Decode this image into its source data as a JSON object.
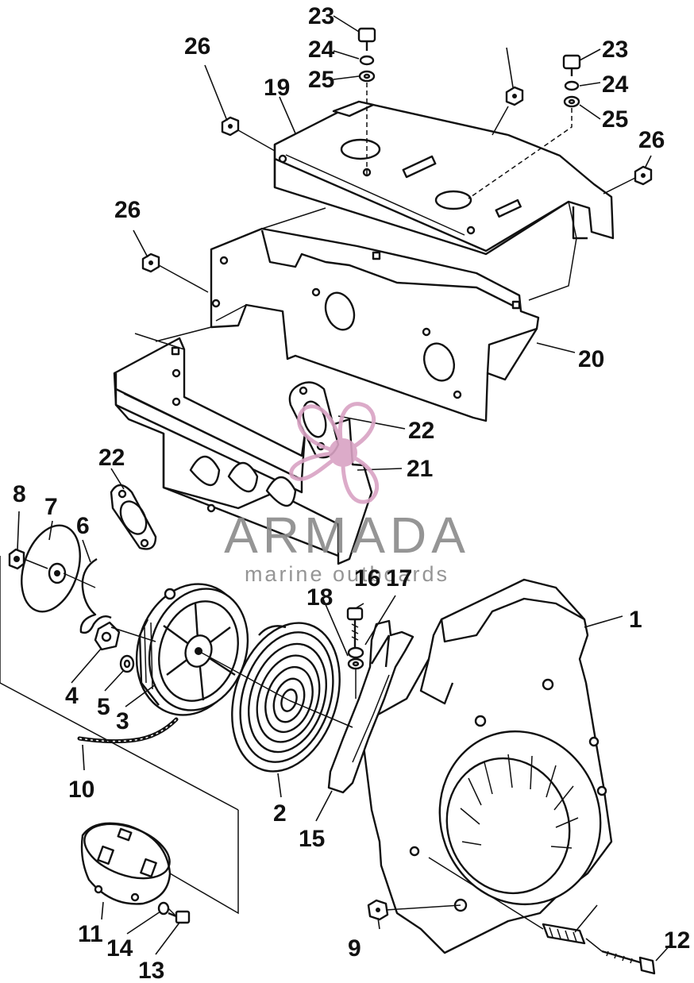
{
  "callouts": [
    {
      "id": "c1",
      "label": "1"
    },
    {
      "id": "c2",
      "label": "2"
    },
    {
      "id": "c3",
      "label": "3"
    },
    {
      "id": "c4",
      "label": "4"
    },
    {
      "id": "c5",
      "label": "5"
    },
    {
      "id": "c6",
      "label": "6"
    },
    {
      "id": "c7",
      "label": "7"
    },
    {
      "id": "c8",
      "label": "8"
    },
    {
      "id": "c9",
      "label": "9"
    },
    {
      "id": "c10",
      "label": "10"
    },
    {
      "id": "c11",
      "label": "11"
    },
    {
      "id": "c12",
      "label": "12"
    },
    {
      "id": "c13",
      "label": "13"
    },
    {
      "id": "c14",
      "label": "14"
    },
    {
      "id": "c15",
      "label": "15"
    },
    {
      "id": "c16",
      "label": "16"
    },
    {
      "id": "c17",
      "label": "17"
    },
    {
      "id": "c18",
      "label": "18"
    },
    {
      "id": "c19",
      "label": "19"
    },
    {
      "id": "c20",
      "label": "20"
    },
    {
      "id": "c21",
      "label": "21"
    },
    {
      "id": "c22a",
      "label": "22"
    },
    {
      "id": "c22b",
      "label": "22"
    },
    {
      "id": "c23a",
      "label": "23"
    },
    {
      "id": "c23b",
      "label": "23"
    },
    {
      "id": "c24a",
      "label": "24"
    },
    {
      "id": "c24b",
      "label": "24"
    },
    {
      "id": "c25a",
      "label": "25"
    },
    {
      "id": "c25b",
      "label": "25"
    },
    {
      "id": "c26a",
      "label": "26"
    },
    {
      "id": "c26b",
      "label": "26"
    },
    {
      "id": "c26c",
      "label": "26"
    }
  ],
  "watermark": {
    "brand": "ARMADA",
    "tagline": "marine outboards",
    "color": "#d9a3c4",
    "text_color": "#8a8a8a"
  }
}
